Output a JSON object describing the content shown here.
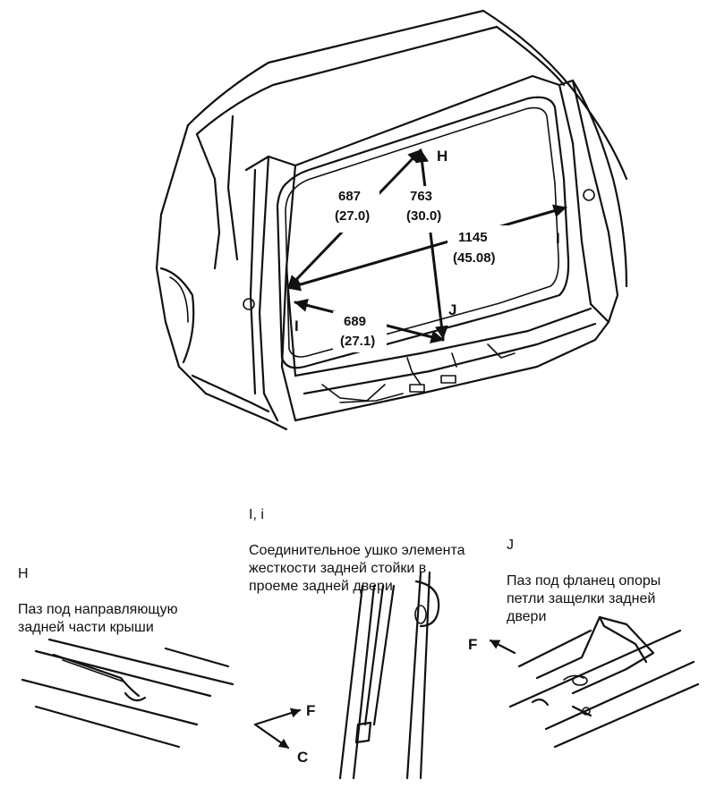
{
  "points": {
    "H": "H",
    "I": "I",
    "J": "J",
    "F": "F",
    "C": "C"
  },
  "dimensions": [
    {
      "mm": "687",
      "in": "(27.0)"
    },
    {
      "mm": "763",
      "in": "(30.0)"
    },
    {
      "mm": "1145",
      "in": "(45.08)"
    },
    {
      "mm": "689",
      "in": "(27.1)"
    }
  ],
  "captions": {
    "h": {
      "letter": "H",
      "text": "Паз под направляющую\nзадней части крыши"
    },
    "i": {
      "letter": "I, i",
      "text": "Соединительное ушко элемента\nжесткости задней стойки в\nпроеме задней двери"
    },
    "j": {
      "letter": "J",
      "text": "Паз под фланец опоры\nпетли защелки задней\nдвери"
    }
  }
}
